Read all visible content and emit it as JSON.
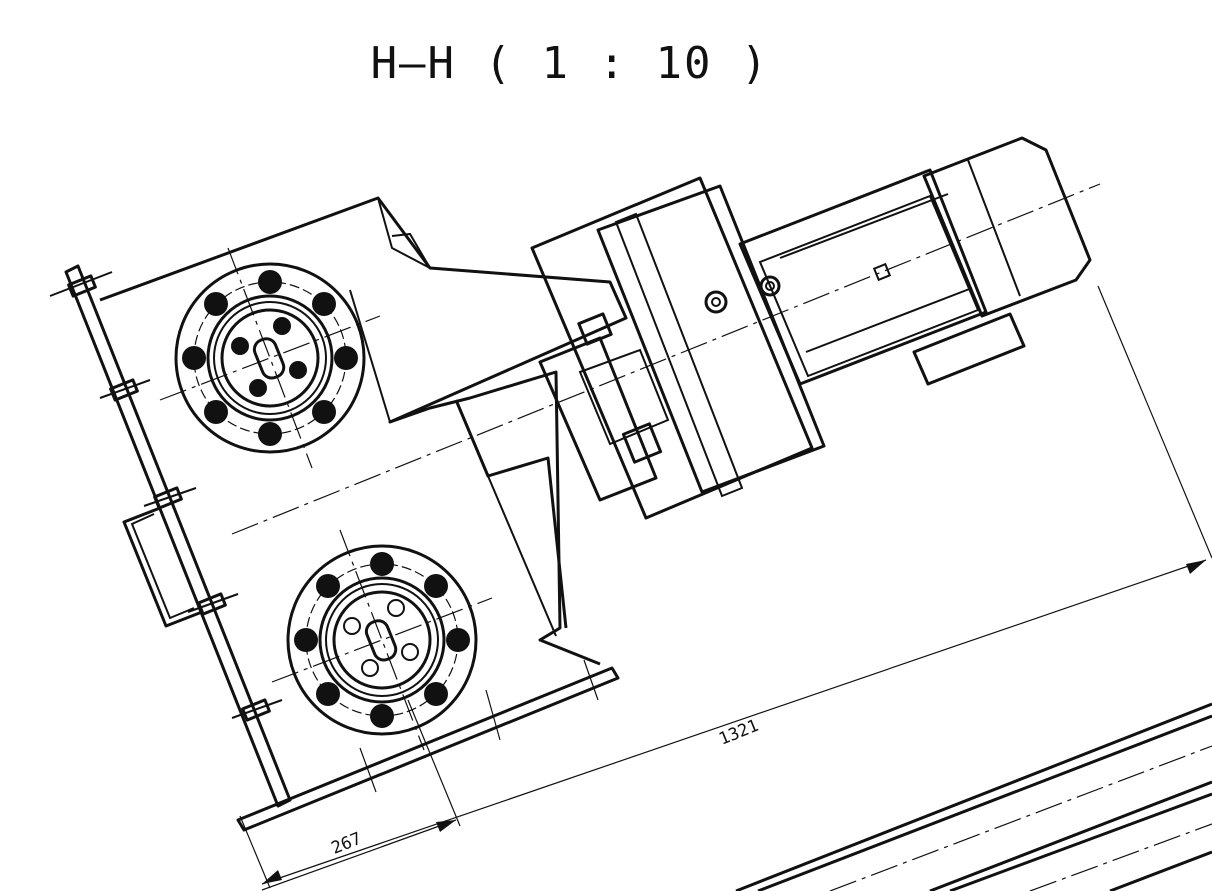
{
  "section_title": "H–H ( 1 : 10 )",
  "dimensions": {
    "overall_length": "1321",
    "flange_offset": "267"
  },
  "colors": {
    "line": "#111111",
    "background": "#ffffff"
  }
}
